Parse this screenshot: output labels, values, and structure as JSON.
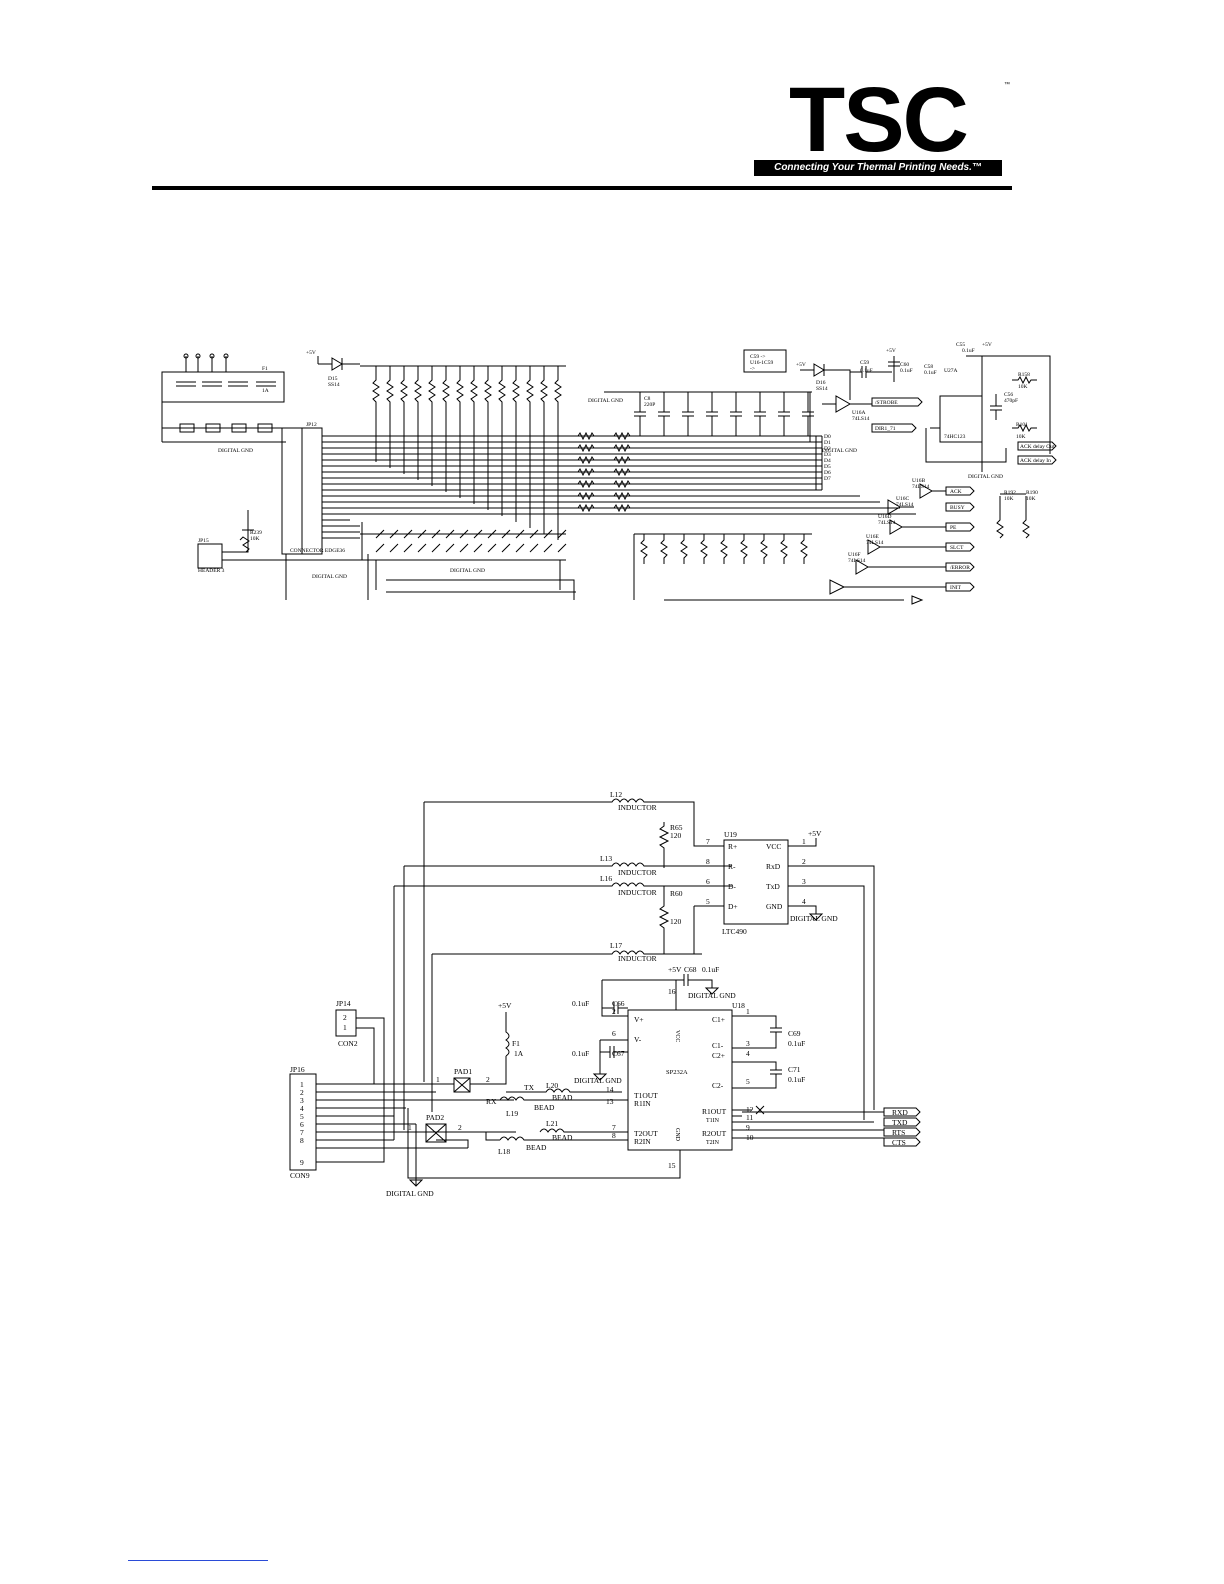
{
  "brand": {
    "logo_text": "TSC",
    "tm": "™",
    "tagline": "Connecting Your Thermal Printing Needs.™"
  },
  "top_schematic": {
    "power_labels": [
      "+5V",
      "+5V",
      "+5V",
      "+5V"
    ],
    "diode_labels": [
      "D15",
      "SS14",
      "D16",
      "SS14"
    ],
    "note_box": [
      "C59 ->",
      "U16-1C59",
      "->"
    ],
    "connector_label": "CONNECTOR EDGE36",
    "connector_ref": "JP12",
    "header_label": "HEADER 3",
    "header_ref": "JP15",
    "resistor_ref": "R239",
    "resistor_value": "10K",
    "gnd_labels": [
      "DIGITAL GND",
      "DIGITAL GND",
      "DIGITAL GND",
      "DIGITAL GND",
      "DIGITAL GND",
      "DIGITAL GND"
    ],
    "chip_labels": [
      "U16A",
      "74LS14",
      "U16B",
      "74LS14",
      "U16C",
      "74LS14",
      "U16D",
      "74LS14",
      "U16E",
      "74LS14",
      "U16F",
      "74LS14",
      "U27A",
      "74HC123"
    ],
    "cap_labels": [
      "C55",
      "0.1uF",
      "C59",
      "0.1uF",
      "C60",
      "0.1uF",
      "C58",
      "0.1uF",
      "C56",
      "470pF"
    ],
    "res_labels": [
      "R158",
      "10K",
      "R101",
      "10K",
      "R192",
      "10K",
      "R190",
      "10K"
    ],
    "signals": [
      "/STROBE",
      "DIR1_71",
      "ACK",
      "BUSY",
      "PE",
      "SLCT",
      "/ERROR",
      "INIT"
    ],
    "data_lines": [
      "D0",
      "D1",
      "D2",
      "D3",
      "D4",
      "D5",
      "D6",
      "D7"
    ],
    "ack_labels": [
      "ACK delay Out",
      "ACK delay In"
    ],
    "fuse_ref": "F1",
    "fuse_value": "1A",
    "cap_row": [
      "C8",
      "220P"
    ]
  },
  "bottom_schematic": {
    "u19": {
      "ref": "U19",
      "part": "LTC490",
      "pins_left": [
        "R+",
        "R-",
        "D-",
        "D+"
      ],
      "pins_right": [
        "VCC",
        "RxD",
        "TxD",
        "GND"
      ],
      "num_left": [
        "7",
        "8",
        "6",
        "5"
      ],
      "num_right": [
        "1",
        "2",
        "3",
        "4"
      ]
    },
    "u18": {
      "ref": "U18",
      "part": "SP232A",
      "vcc": "VCC",
      "gnd": "GND",
      "pins_left": [
        "V+",
        "V-",
        "T1OUT",
        "R1IN",
        "T2OUT",
        "R2IN"
      ],
      "num_left": [
        "2",
        "6",
        "14",
        "13",
        "7",
        "8"
      ],
      "pins_right": [
        "C1+",
        "C1-",
        "C2+",
        "C2-",
        "R1OUT",
        "T1IN",
        "R2OUT",
        "T2IN"
      ],
      "num_right": [
        "1",
        "3",
        "4",
        "5",
        "12",
        "11",
        "9",
        "10"
      ],
      "pin16": "16",
      "pin15": "15"
    },
    "inductors": [
      {
        "ref": "L12",
        "label": "INDUCTOR"
      },
      {
        "ref": "L13",
        "label": "INDUCTOR"
      },
      {
        "ref": "L16",
        "label": "INDUCTOR"
      },
      {
        "ref": "L17",
        "label": "INDUCTOR"
      }
    ],
    "resistors": [
      {
        "ref": "R65",
        "value": "120"
      },
      {
        "ref": "R60",
        "value": "120"
      }
    ],
    "beads": [
      {
        "ref": "L20",
        "label": "BEAD"
      },
      {
        "ref": "L19",
        "label": "BEAD"
      },
      {
        "ref": "L21",
        "label": "BEAD"
      },
      {
        "ref": "L18",
        "label": "BEAD"
      }
    ],
    "caps": [
      {
        "ref": "C66",
        "value": "0.1uF"
      },
      {
        "ref": "C67",
        "value": "0.1uF"
      },
      {
        "ref": "C68",
        "value": "0.1uF"
      },
      {
        "ref": "C69",
        "value": "0.1uF"
      },
      {
        "ref": "C71",
        "value": "0.1uF"
      }
    ],
    "power": [
      "+5V",
      "+5V",
      "+5V"
    ],
    "fuse": {
      "ref": "F1",
      "value": "1A"
    },
    "pads": [
      {
        "ref": "PAD1"
      },
      {
        "ref": "PAD2"
      }
    ],
    "jp14": {
      "ref": "JP14",
      "label": "CON2",
      "pins": [
        "2",
        "1"
      ]
    },
    "jp16": {
      "ref": "JP16",
      "label": "CON9",
      "pins": [
        "1",
        "2",
        "3",
        "4",
        "5",
        "6",
        "7",
        "8",
        "9"
      ]
    },
    "gnd_labels": [
      "DIGITAL GND",
      "DIGITAL GND",
      "DIGITAL GND",
      "DIGITAL GND"
    ],
    "tx_label": "TX",
    "rx_label": "RX",
    "pad_pins": [
      "1",
      "2",
      "1",
      "2"
    ],
    "outputs": [
      "RXD",
      "TXD",
      "RTS",
      "CTS"
    ]
  }
}
